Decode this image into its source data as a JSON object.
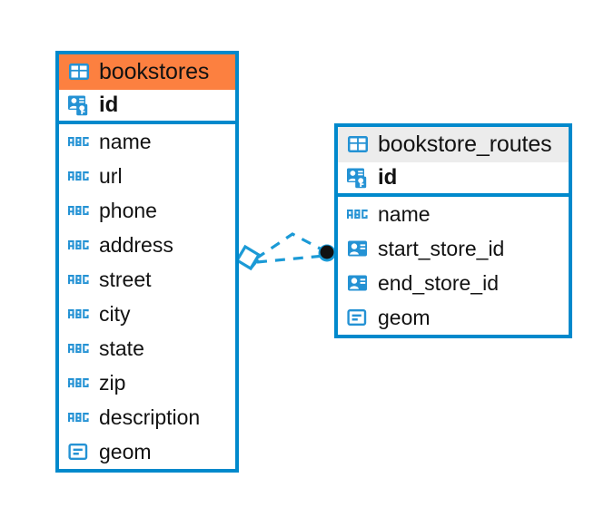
{
  "diagram": {
    "type": "entity-relationship-diagram",
    "background": "#ffffff",
    "colors": {
      "border": "#0089cc",
      "icon_blue": "#2492d4",
      "header_accent": "#fc8040",
      "header_neutral": "#ececec",
      "text": "#121212",
      "relationship_line": "#1b9ad6",
      "relationship_dot": "#111111"
    },
    "entities": [
      {
        "name": "bookstores",
        "header_style": "accent-orange",
        "icon": "table-icon",
        "fields": [
          {
            "label": "id",
            "icon": "primary-key-icon",
            "type": "key"
          },
          {
            "label": "name",
            "icon": "abc-text-icon",
            "type": "text"
          },
          {
            "label": "url",
            "icon": "abc-text-icon",
            "type": "text"
          },
          {
            "label": "phone",
            "icon": "abc-text-icon",
            "type": "text"
          },
          {
            "label": "address",
            "icon": "abc-text-icon",
            "type": "text"
          },
          {
            "label": "street",
            "icon": "abc-text-icon",
            "type": "text"
          },
          {
            "label": "city",
            "icon": "abc-text-icon",
            "type": "text"
          },
          {
            "label": "state",
            "icon": "abc-text-icon",
            "type": "text"
          },
          {
            "label": "zip",
            "icon": "abc-text-icon",
            "type": "text"
          },
          {
            "label": "description",
            "icon": "abc-text-icon",
            "type": "text"
          },
          {
            "label": "geom",
            "icon": "geometry-icon",
            "type": "geometry"
          }
        ]
      },
      {
        "name": "bookstore_routes",
        "header_style": "accent-gray",
        "icon": "table-icon",
        "fields": [
          {
            "label": "id",
            "icon": "primary-key-icon",
            "type": "key"
          },
          {
            "label": "name",
            "icon": "abc-text-icon",
            "type": "text"
          },
          {
            "label": "start_store_id",
            "icon": "foreign-key-icon",
            "type": "reference"
          },
          {
            "label": "end_store_id",
            "icon": "foreign-key-icon",
            "type": "reference"
          },
          {
            "label": "geom",
            "icon": "geometry-icon",
            "type": "geometry"
          }
        ]
      }
    ],
    "relationship": {
      "from": "bookstores",
      "to": "bookstore_routes",
      "style": "dashed",
      "source_marker": "diamond",
      "target_marker": "filled-dot"
    }
  }
}
